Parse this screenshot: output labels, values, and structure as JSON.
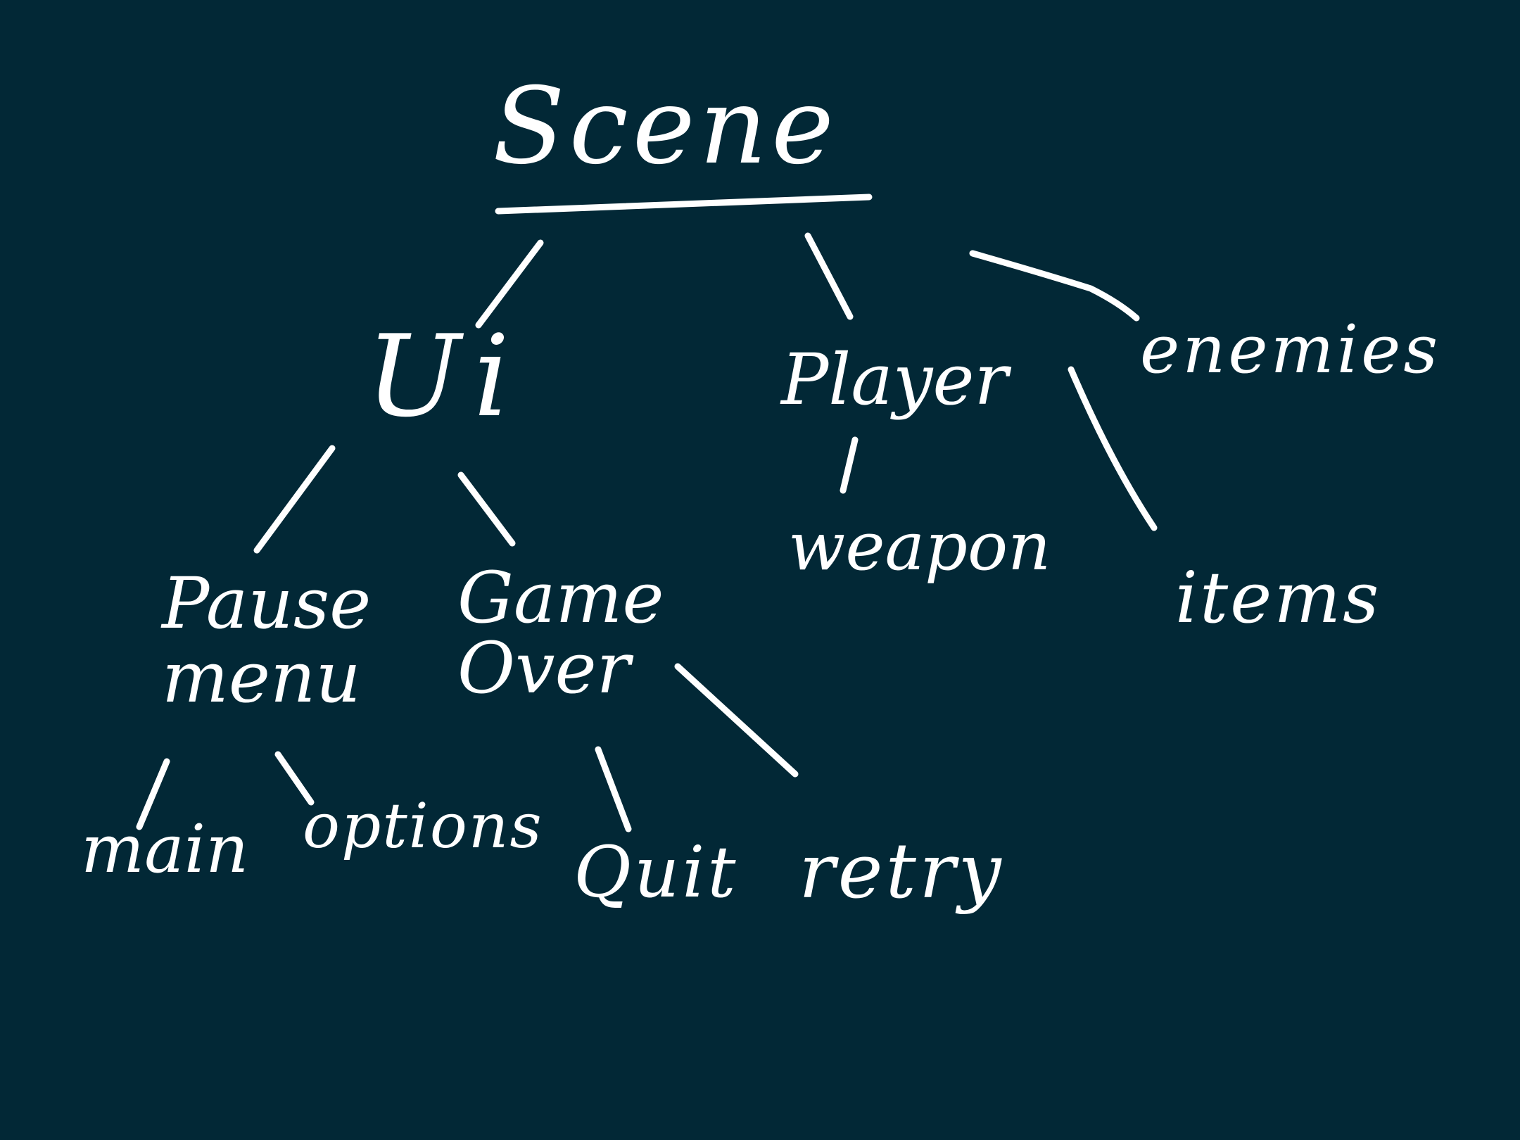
{
  "diagram": {
    "background_color": "#022836",
    "ink_color": "#ffffff",
    "nodes": {
      "scene": "Scene",
      "ui": "Ui",
      "player": "Player",
      "enemies": "enemies",
      "weapon": "weapon",
      "items": "items",
      "pause_menu": [
        "Pause",
        "menu"
      ],
      "game_over": [
        "Game",
        "Over"
      ],
      "main": "main",
      "options": "options",
      "quit": "Quit",
      "retry": "retry"
    },
    "edges": [
      [
        "scene",
        "ui"
      ],
      [
        "scene",
        "player"
      ],
      [
        "scene",
        "enemies"
      ],
      [
        "ui",
        "pause_menu"
      ],
      [
        "ui",
        "game_over"
      ],
      [
        "player",
        "weapon"
      ],
      [
        "player",
        "items"
      ],
      [
        "pause_menu",
        "main"
      ],
      [
        "pause_menu",
        "options"
      ],
      [
        "game_over",
        "quit"
      ],
      [
        "game_over",
        "retry"
      ]
    ]
  }
}
